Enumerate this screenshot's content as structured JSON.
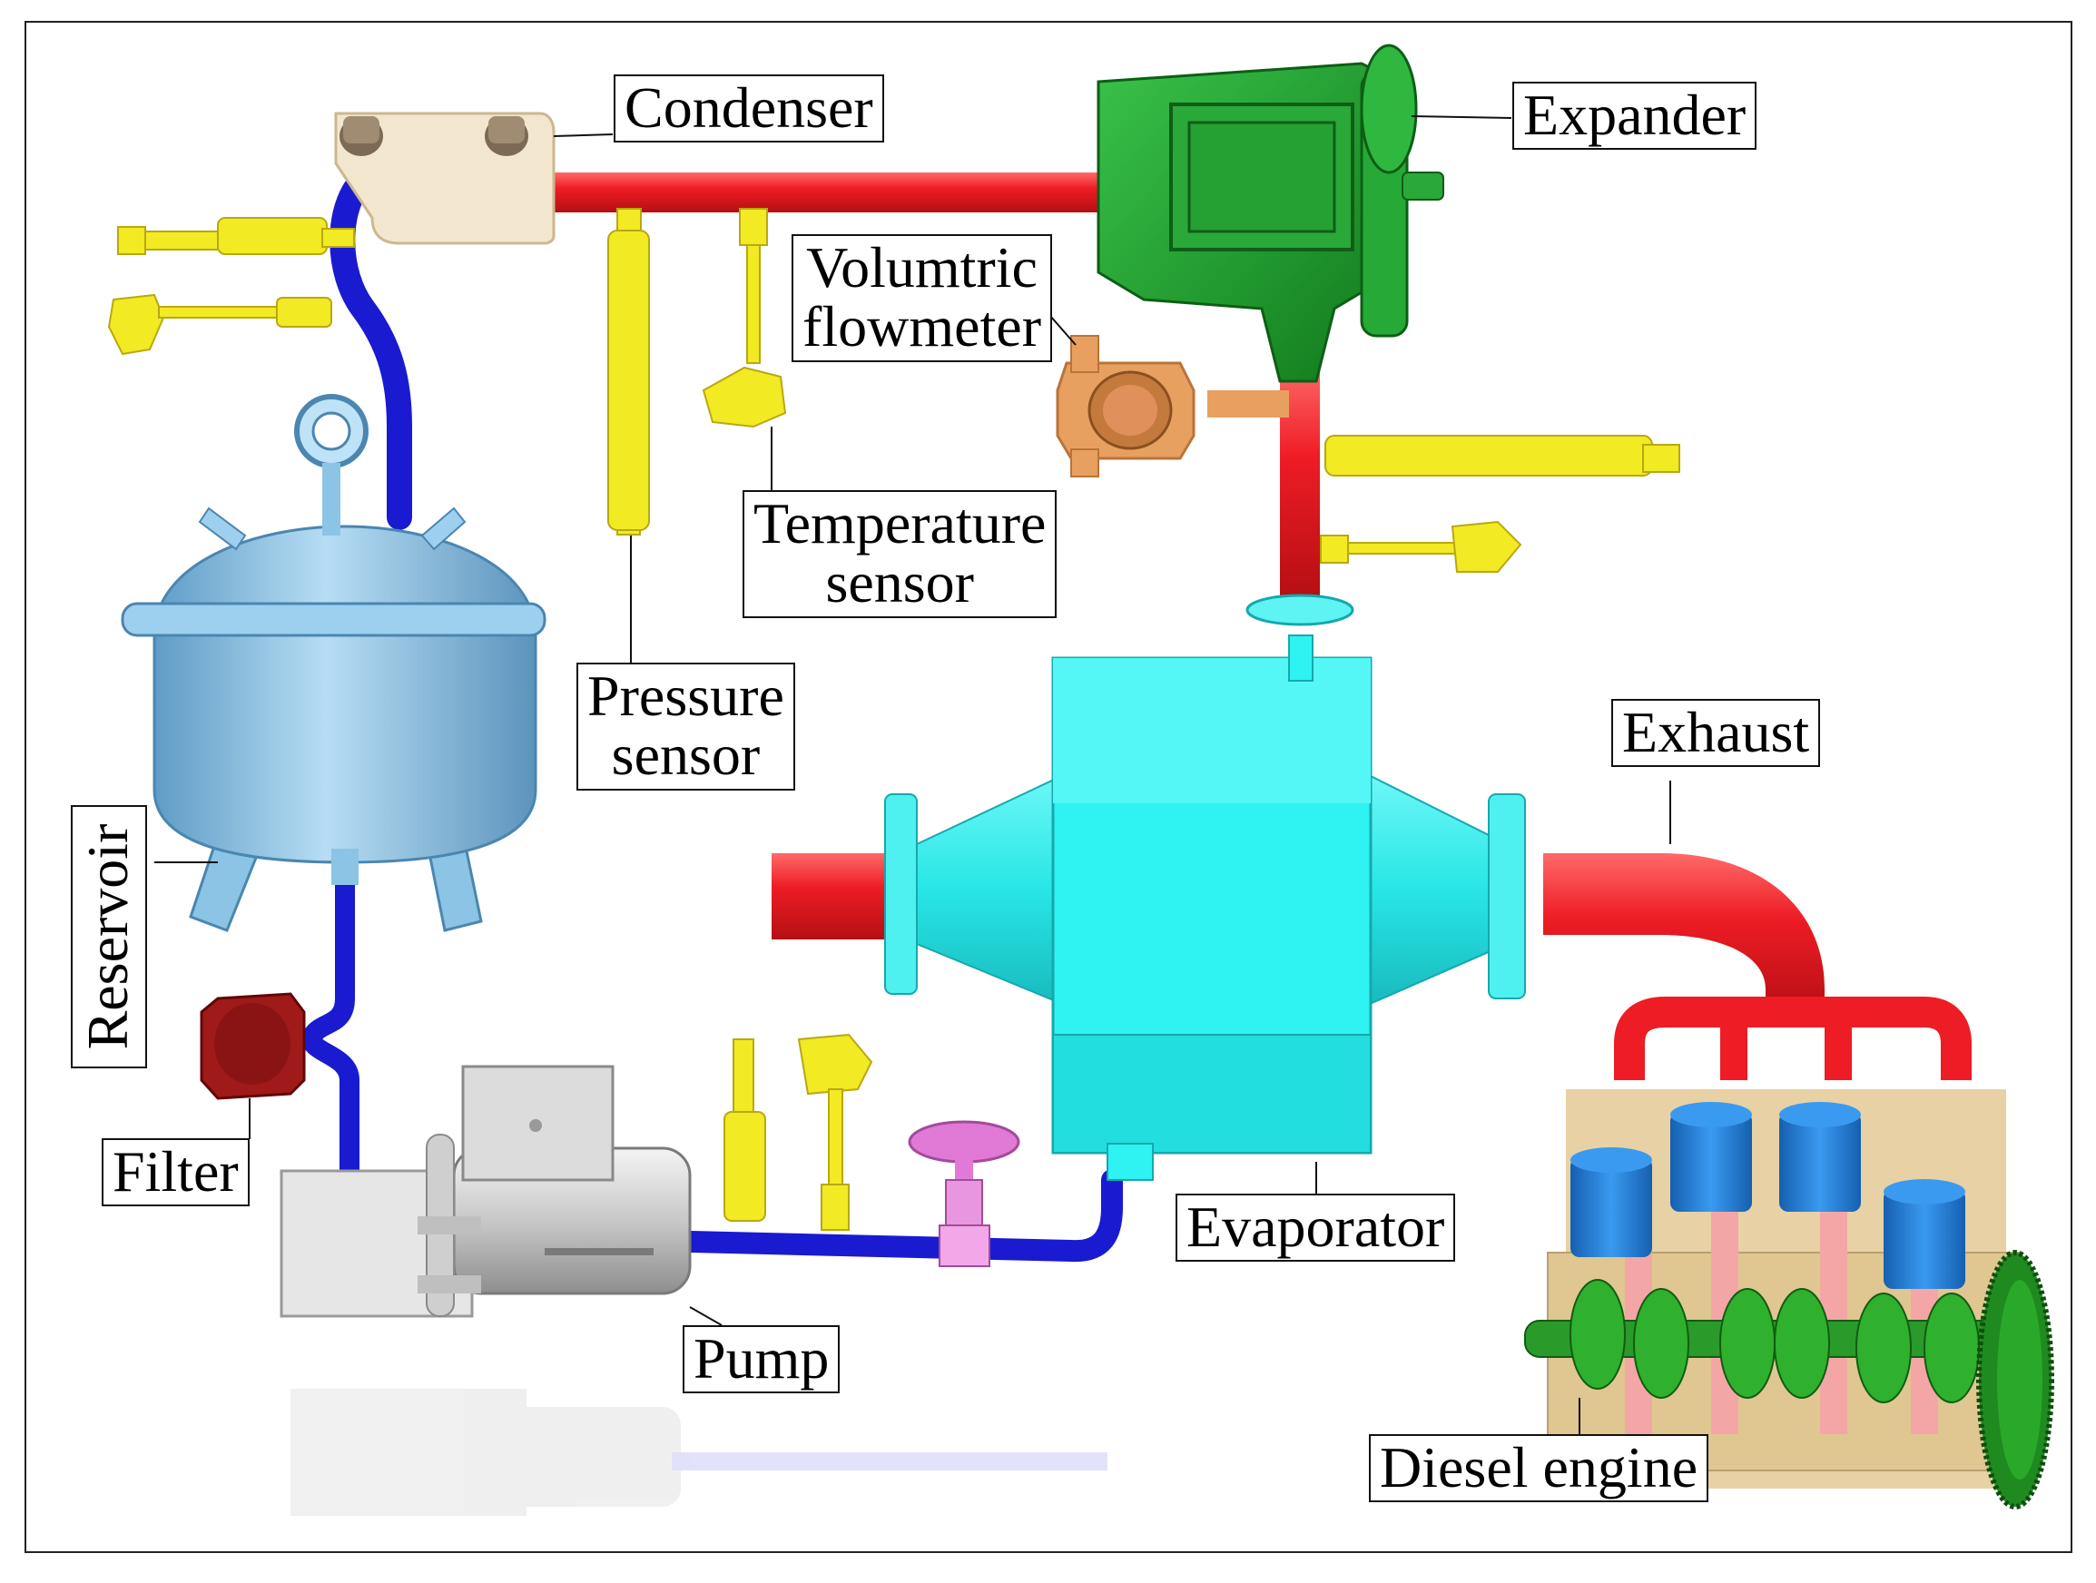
{
  "labels": {
    "condenser": "Condenser",
    "expander": "Expander",
    "flowmeter_line1": "Volumtric",
    "flowmeter_line2": "flowmeter",
    "temperature_line1": "Temperature",
    "temperature_line2": "sensor",
    "pressure_line1": "Pressure",
    "pressure_line2": "sensor",
    "reservoir": "Reservoir",
    "filter": "Filter",
    "pump": "Pump",
    "evaporator": "Evaporator",
    "exhaust": "Exhaust",
    "diesel_engine": "Diesel engine"
  },
  "colors": {
    "working_fluid_hot": "#ee1c24",
    "working_fluid_cold": "#1a1ad0",
    "sensor": "#f2ea22",
    "condenser": "#f3e6cf",
    "expander": "#1f9a2a",
    "evaporator": "#2ff2f2",
    "reservoir": "#8cc4e6",
    "filter": "#a01a1a",
    "pump": "#d6d6d6",
    "valve": "#e07ad6",
    "flowmeter": "#e8a060",
    "engine_block": "#e6cfa0",
    "piston": "#1f7ad6",
    "crankshaft": "#2a9a2a"
  }
}
